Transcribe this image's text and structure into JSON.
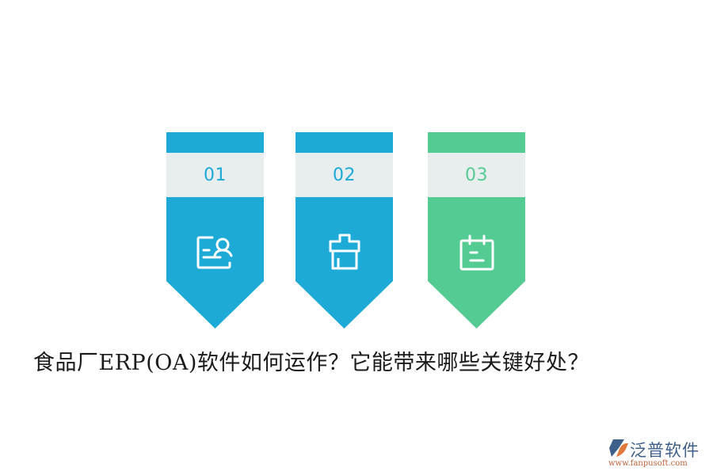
{
  "colors": {
    "blue": "#1eaad6",
    "green": "#55cb94",
    "band": "#e8eeee",
    "title": "#1a1a1a",
    "logo_blue": "#3e5f8a",
    "logo_orange": "#e07a3c"
  },
  "steps": [
    {
      "number": "01",
      "icon": "profile-card-icon",
      "color": "#1eaad6"
    },
    {
      "number": "02",
      "icon": "gift-box-icon",
      "color": "#1eaad6"
    },
    {
      "number": "03",
      "icon": "calendar-notes-icon",
      "color": "#55cb94"
    }
  ],
  "title": "食品厂ERP(OA)软件如何运作？它能带来哪些关键好处？",
  "logo": {
    "name": "泛普软件",
    "url": "www.fanpusoft.com"
  }
}
